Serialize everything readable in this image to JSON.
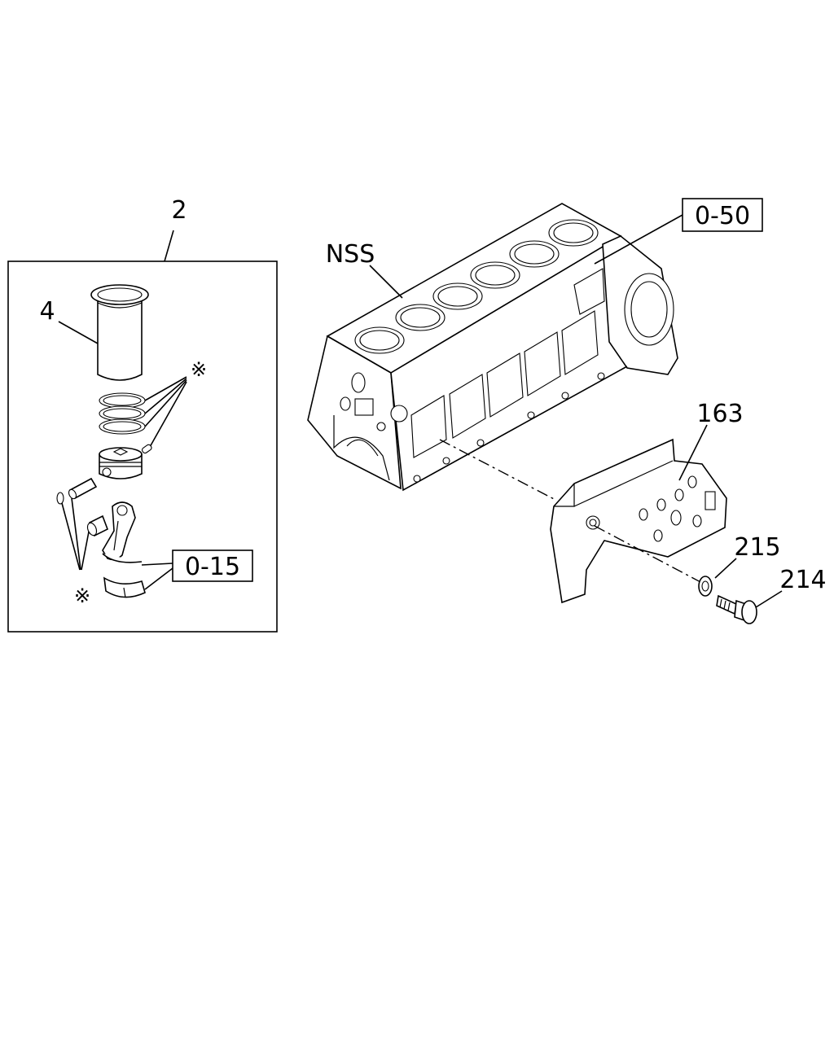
{
  "callouts": {
    "piston_assembly_kit": "2",
    "cylinder_liner": "4",
    "cylinder_block": "NSS",
    "block_ref": "0-50",
    "conrod_ref": "0-15",
    "stiffener": "163",
    "washer": "215",
    "bolt": "214",
    "mark_upper": "※",
    "mark_lower": "※"
  }
}
